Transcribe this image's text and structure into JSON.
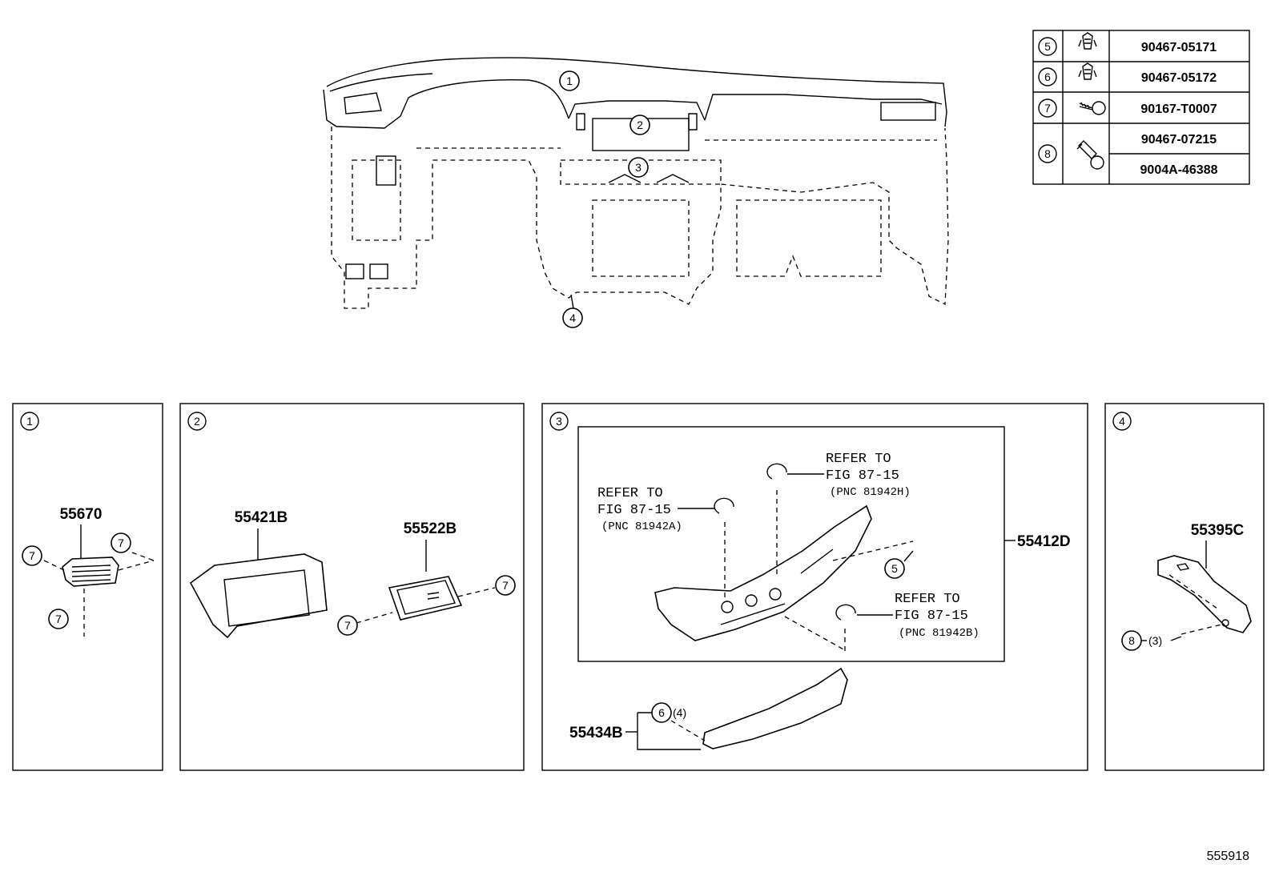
{
  "fastener_table": [
    {
      "ref": "5",
      "icon": "clip-icon",
      "parts": [
        "90467-05171"
      ]
    },
    {
      "ref": "6",
      "icon": "clip-icon",
      "parts": [
        "90467-05172"
      ]
    },
    {
      "ref": "7",
      "icon": "screw-icon",
      "parts": [
        "90167-T0007"
      ]
    },
    {
      "ref": "8",
      "icon": "pin-clip-icon",
      "parts": [
        "90467-07215",
        "9004A-46388"
      ]
    }
  ],
  "overview": {
    "callouts": [
      "1",
      "2",
      "3",
      "4"
    ]
  },
  "panels": [
    {
      "id": "1",
      "parts": [
        "55670"
      ],
      "fastener_refs": [
        "7",
        "7",
        "7"
      ]
    },
    {
      "id": "2",
      "parts": [
        "55421B",
        "55522B"
      ],
      "fastener_refs": [
        "7",
        "7"
      ]
    },
    {
      "id": "3",
      "parts": [
        "55412D",
        "55434B"
      ],
      "fastener_refs": [
        "5",
        "6"
      ],
      "qty_6": "(4)",
      "refers": [
        {
          "line1": "REFER TO",
          "line2": "FIG 87-15",
          "pnc": "(PNC 81942A)"
        },
        {
          "line1": "REFER TO",
          "line2": "FIG 87-15",
          "pnc": "(PNC 81942H)"
        },
        {
          "line1": "REFER TO",
          "line2": "FIG 87-15",
          "pnc": "(PNC 81942B)"
        }
      ]
    },
    {
      "id": "4",
      "parts": [
        "55395C"
      ],
      "fastener_refs": [
        "8"
      ],
      "qty_8": "(3)"
    }
  ],
  "figure_id": "555918"
}
